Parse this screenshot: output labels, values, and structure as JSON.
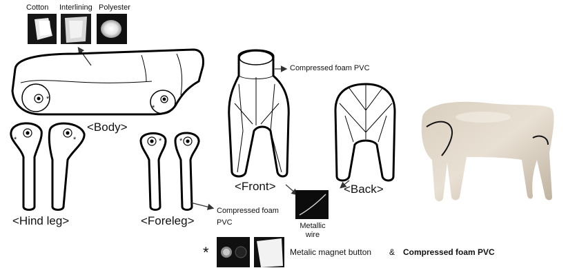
{
  "materials": {
    "cotton": "Cotton",
    "interlining": "Interlining",
    "polyester": "Polyester"
  },
  "parts": {
    "body": "<Body>",
    "hind_leg": "<Hind leg>",
    "foreleg": "<Foreleg>",
    "front": "<Front>",
    "back": "<Back>"
  },
  "annotations": {
    "compressed_foam_top": "Compressed foam PVC",
    "compressed_foam_bottom": "Compressed foam PVC",
    "metallic_wire": "Metallic wire",
    "legend_star": "*",
    "legend_text_a": "Metalic magnet button",
    "legend_amp": "&",
    "legend_text_b": "Compressed foam PVC"
  }
}
